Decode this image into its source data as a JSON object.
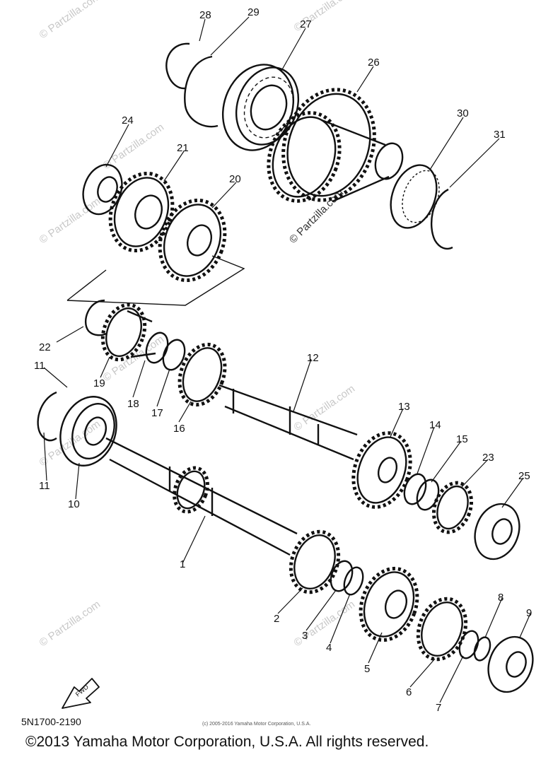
{
  "diagram": {
    "diagram_code": "5N1700-2190",
    "direction_label": "FWD",
    "small_copyright": "(c) 2005-2016 Yamaha Motor Corporation, U.S.A.",
    "copyright": "©2013 Yamaha Motor Corporation, U.S.A. All rights reserved.",
    "watermark": "© Partzilla.com",
    "callouts": [
      "1",
      "2",
      "3",
      "4",
      "5",
      "6",
      "7",
      "8",
      "9",
      "10",
      "11",
      "11",
      "12",
      "13",
      "14",
      "15",
      "16",
      "17",
      "18",
      "19",
      "20",
      "21",
      "22",
      "23",
      "24",
      "25",
      "26",
      "27",
      "28",
      "29",
      "30",
      "31"
    ]
  },
  "colors": {
    "ink": "#111111",
    "watermark": "#c8c8c8",
    "background": "#ffffff"
  }
}
